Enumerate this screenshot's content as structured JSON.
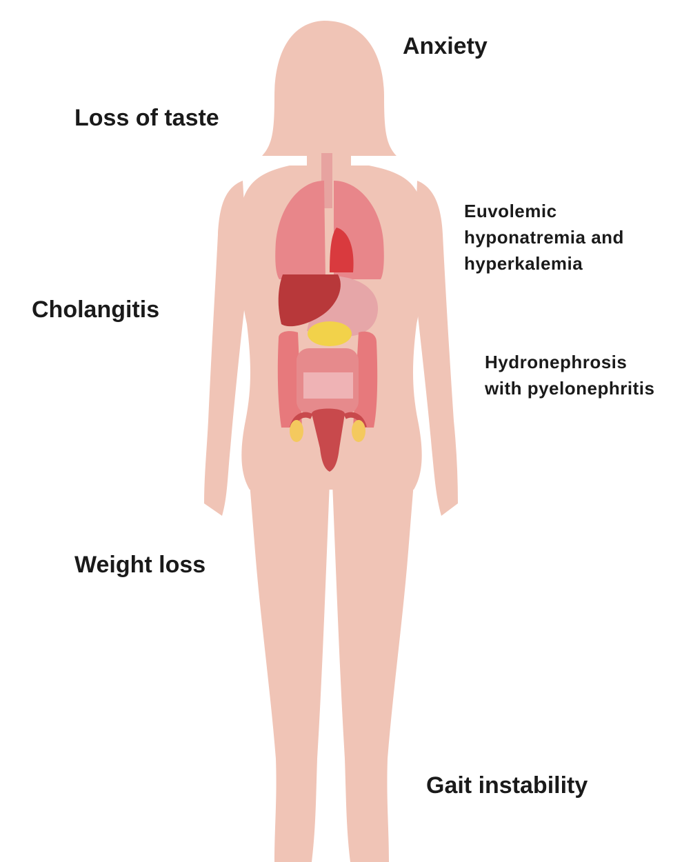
{
  "labels": {
    "anxiety": "Anxiety",
    "loss_of_taste": "Loss of taste",
    "cholangitis": "Cholangitis",
    "weight_loss": "Weight loss",
    "gait_instability": "Gait instability",
    "euvolemic": {
      "line1": "Euvolemic",
      "line2": "hyponatremia and",
      "line3": "hyperkalemia"
    },
    "hydronephrosis": {
      "line1": "Hydronephrosis",
      "line2": "with pyelonephritis"
    }
  },
  "colors": {
    "body": "#f0c4b6",
    "lungs": "#e8868a",
    "heart": "#d93a3e",
    "liver": "#b8383a",
    "stomach": "#e6a6a8",
    "pancreas": "#f2d24a",
    "intestine": "#e7797c",
    "uterus": "#c8494c",
    "kidney_yellow": "#f4c95e",
    "text": "#1a1a1a"
  }
}
